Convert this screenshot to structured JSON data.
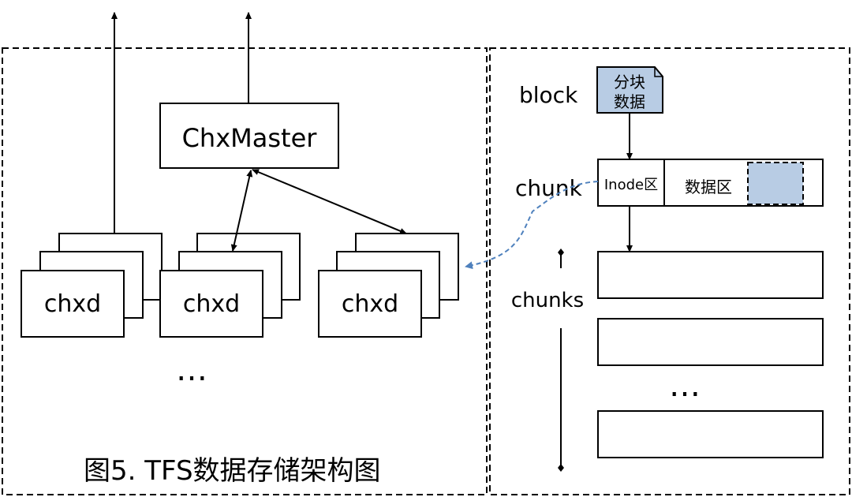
{
  "left_panel": {
    "master_label": "ChxMaster",
    "server_label": "chxd",
    "ellipsis": "…",
    "caption": "图5. TFS数据存储架构图"
  },
  "right_panel": {
    "block_label": "block",
    "block_doc_line1": "分块",
    "block_doc_line2": "数据",
    "chunk_label": "chunk",
    "inode_label": "Inode区",
    "data_label": "数据区",
    "chunks_label": "chunks",
    "ellipsis": "…"
  },
  "colors": {
    "highlight_fill": "#b8cce4",
    "link_color": "#4f81bd"
  }
}
